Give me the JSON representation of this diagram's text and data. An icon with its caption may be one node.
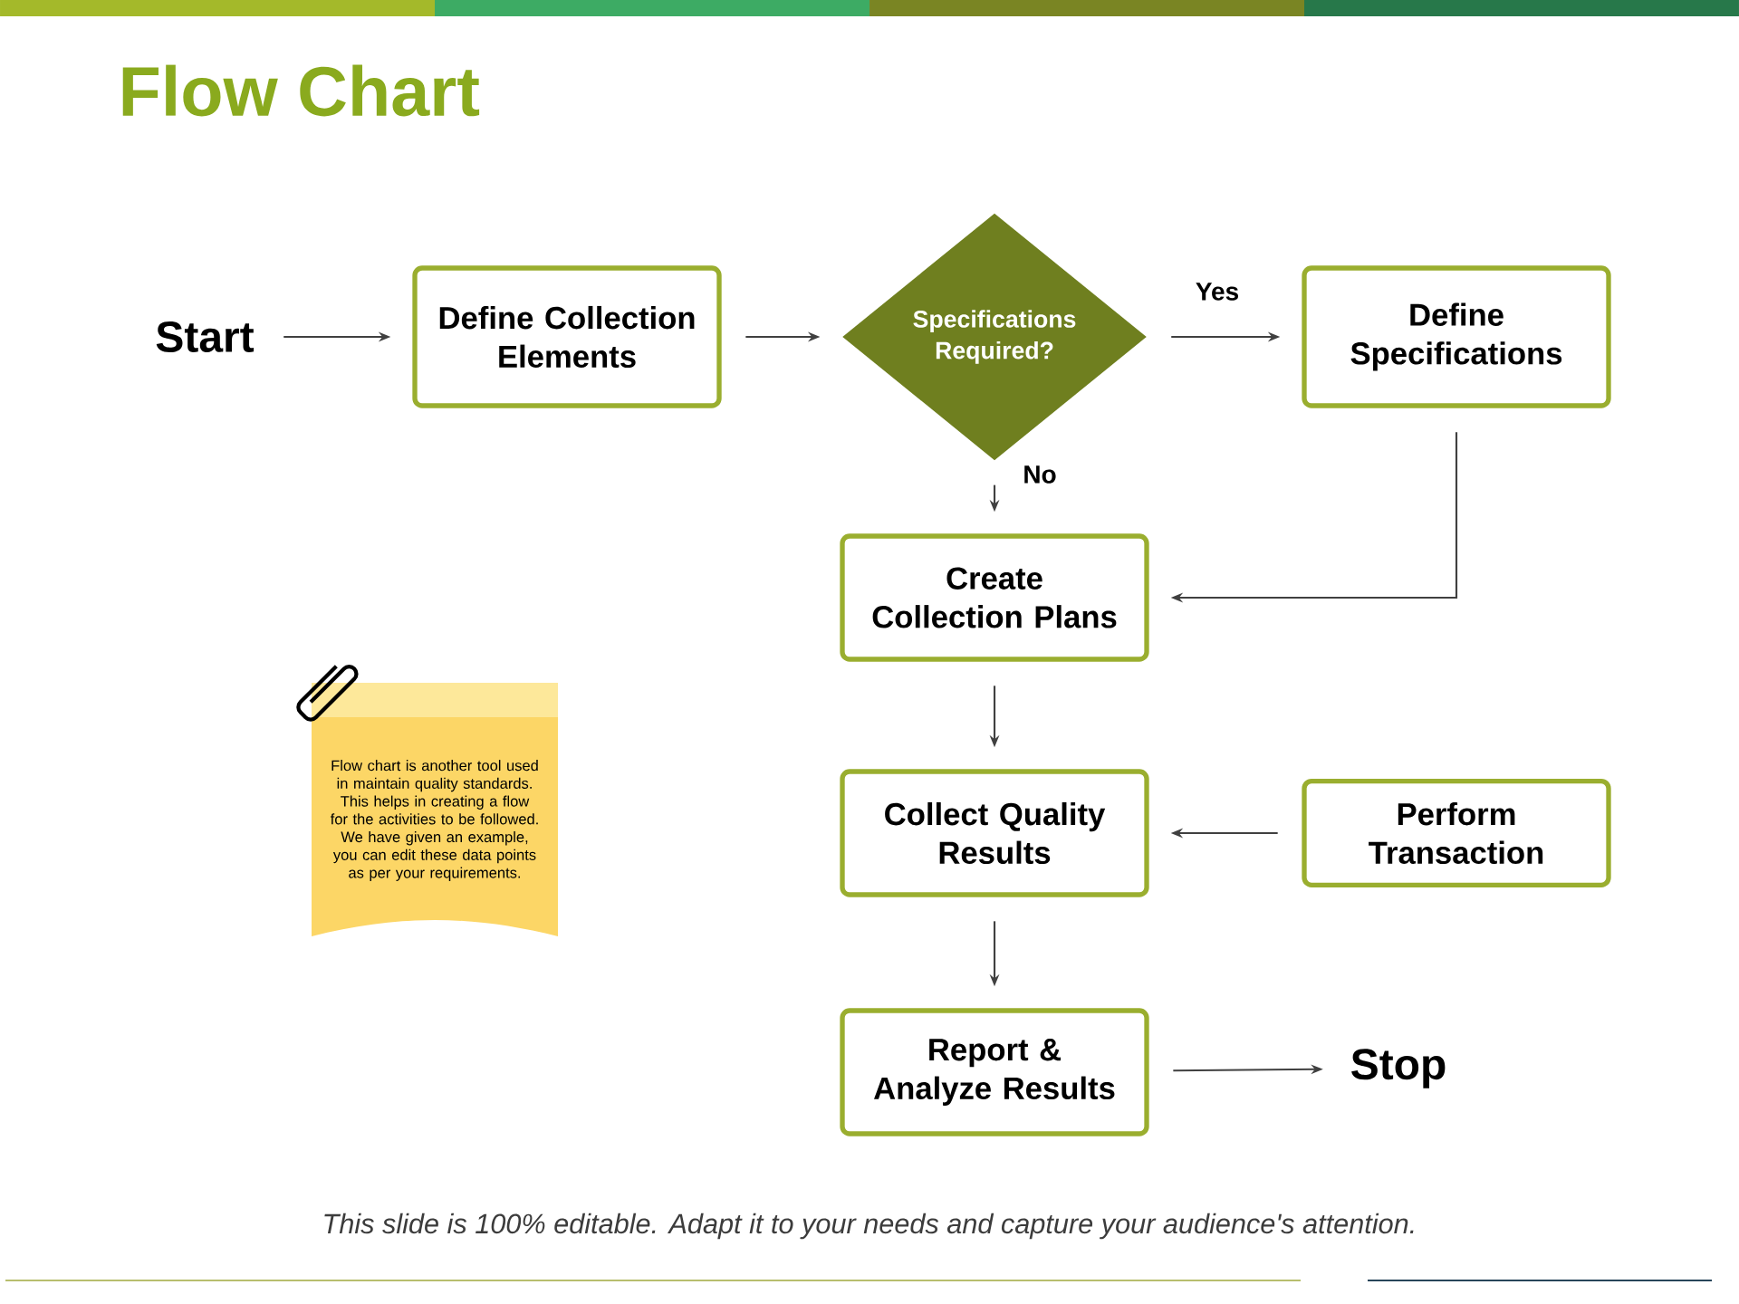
{
  "diagram": {
    "title": "Flow Chart",
    "caption": "This slide is 100% editable. Adapt it to your needs and capture your audience's attention.",
    "nodes": [
      {
        "text": [
          "Start"
        ]
      },
      {
        "text": [
          "Define Collection Elements"
        ]
      },
      {
        "text": [
          "Specifications Required?"
        ]
      },
      {
        "text": [
          "Define Specifications"
        ]
      },
      {
        "text": [
          "Create Collection Plans"
        ]
      },
      {
        "text": [
          "Collect Quality Results"
        ]
      },
      {
        "text": [
          "Perform Transaction"
        ]
      },
      {
        "text": [
          "Report & Analyze Results"
        ]
      },
      {
        "text": [
          "Stop"
        ]
      }
    ],
    "edges": [
      {
        "from": 0,
        "to": 1,
        "arrow": "to"
      },
      {
        "from": 1,
        "to": 2,
        "arrow": "to"
      },
      {
        "from": 2,
        "to": 3,
        "arrow": "to",
        "label": "Yes"
      },
      {
        "from": 2,
        "to": 4,
        "arrow": "to",
        "label": "No"
      },
      {
        "from": 3,
        "to": 4,
        "arrow": "to"
      },
      {
        "from": 4,
        "to": 5,
        "arrow": "to"
      },
      {
        "from": 6,
        "to": 5,
        "arrow": "to"
      },
      {
        "from": 5,
        "to": 7,
        "arrow": "to"
      },
      {
        "from": 7,
        "to": 8,
        "arrow": "to"
      }
    ],
    "labels": [
      "Flow chart is another tool used in maintain quality standards.  This helps in creating a flow for the activities to be followed. We have given an example, you can edit these data points as per your requirements."
    ]
  }
}
